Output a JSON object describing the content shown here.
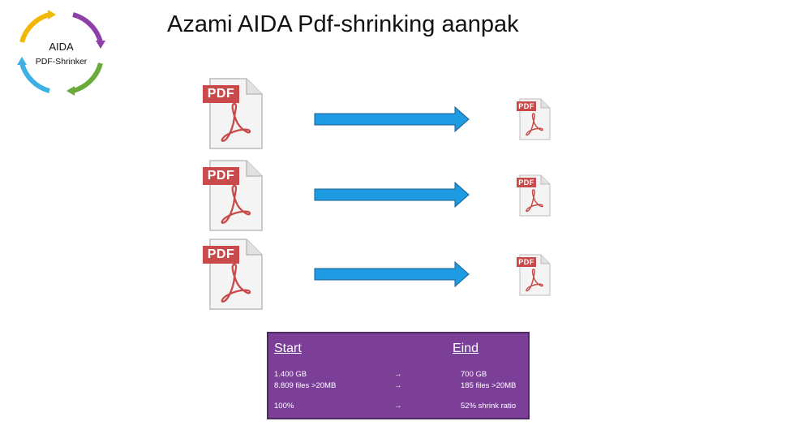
{
  "slide": {
    "title": "Azami AIDA Pdf-shrinking aanpak"
  },
  "logo": {
    "title": "AIDA",
    "subtitle": "PDF-Shrinker",
    "colors": [
      "#8e3fa8",
      "#6aab3b",
      "#3fb0e6",
      "#f2b705"
    ]
  },
  "documents": {
    "tag_label": "PDF",
    "tag_color": "#c94a4a",
    "arrow_color": "#1e9be2"
  },
  "summary": {
    "start_header": "Start",
    "end_header": "Eind",
    "arrow_glyph": "→",
    "rows": [
      {
        "start": "1.400 GB",
        "end": "700 GB"
      },
      {
        "start": "8.809 files >20MB",
        "end": "185 files >20MB"
      },
      {
        "start": "100%",
        "end": "52% shrink ratio"
      }
    ]
  }
}
